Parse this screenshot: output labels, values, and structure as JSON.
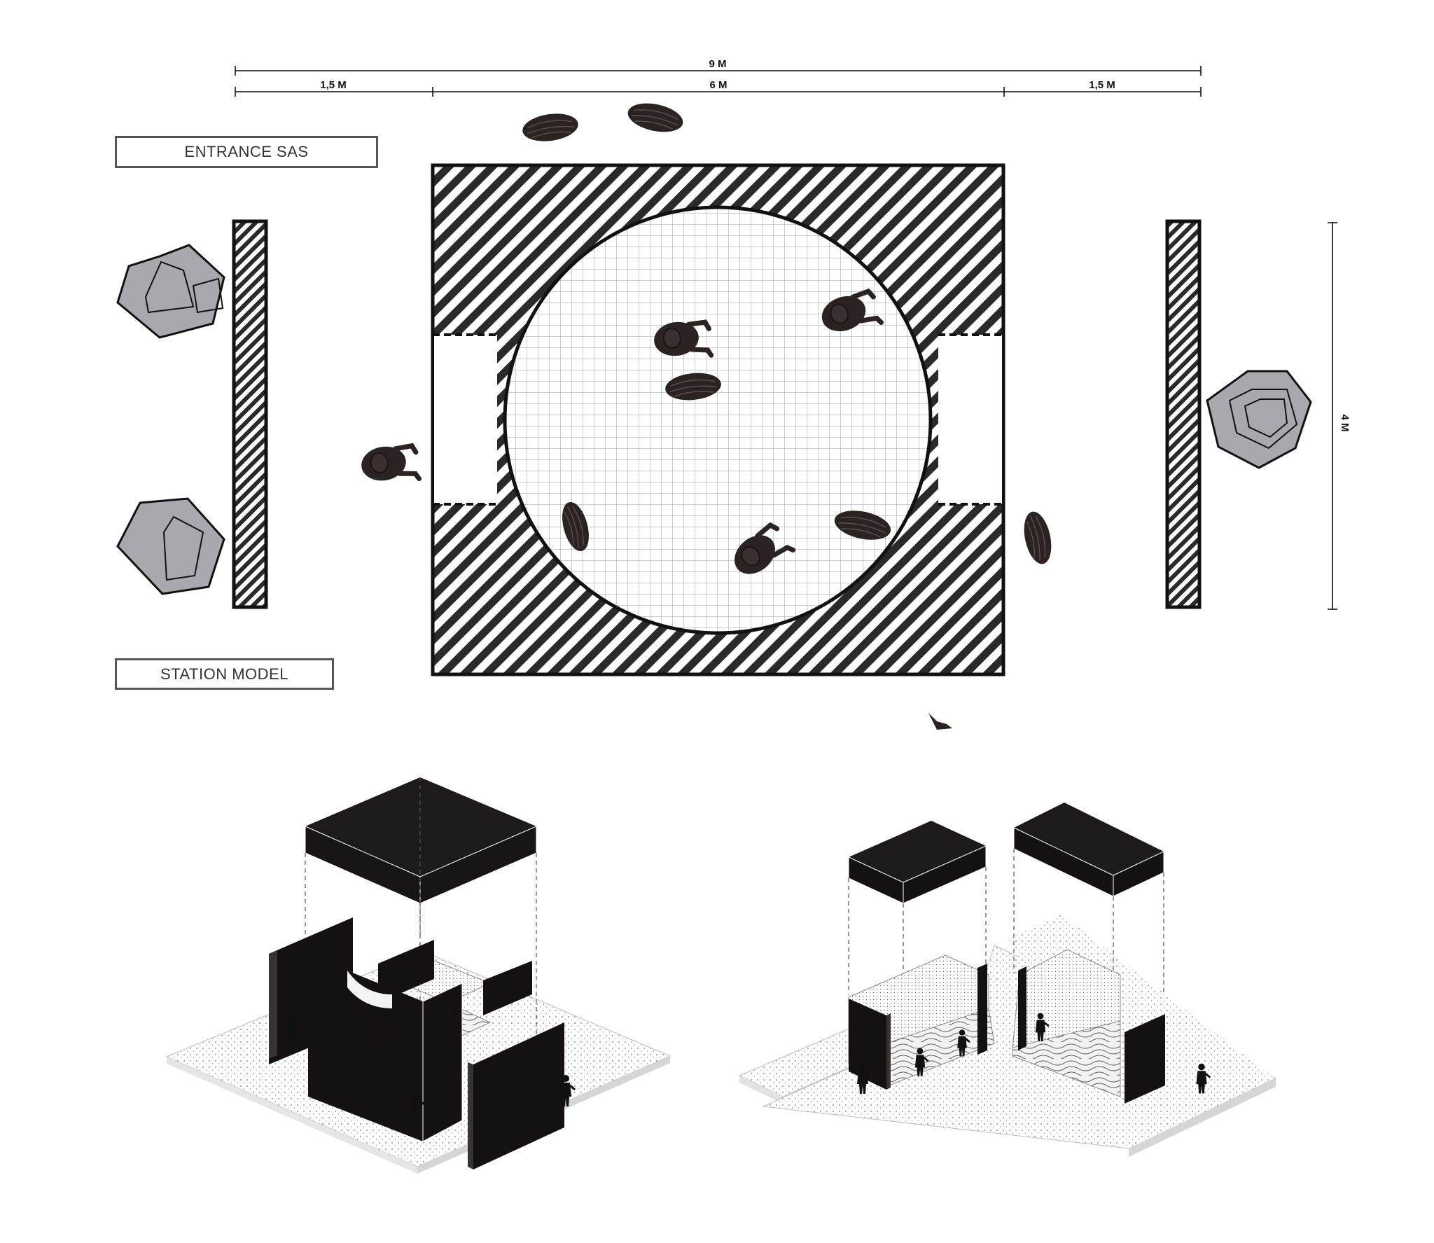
{
  "dimensions": {
    "total_width": "9 M",
    "left_span": "1,5 M",
    "center_span": "6 M",
    "right_span": "1,5 M",
    "height": "4 M"
  },
  "labels": {
    "entrance": "ENTRANCE SAS",
    "station": "STATION MODEL"
  },
  "colors": {
    "ink": "#111111",
    "stone_fill": "#a8a8ae",
    "grid_line": "#9a9a9a",
    "frame": "#555555"
  },
  "icons": {
    "people": "person-topdown-icon",
    "stones": "stone-icon",
    "hexagons": "hexagon-stone-icon",
    "figures": "person-silhouette-icon"
  }
}
